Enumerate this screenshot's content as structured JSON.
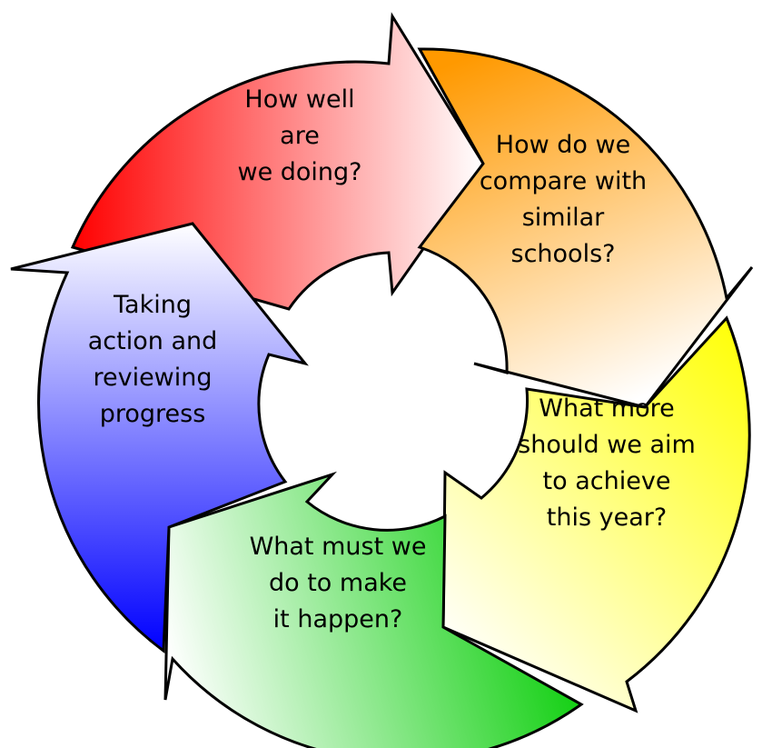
{
  "diagram": {
    "type": "cycle",
    "steps": [
      {
        "id": "step-1",
        "lines": [
          "How well",
          "are",
          "we doing?"
        ],
        "color_strong": "#ff0000",
        "color_light": "#ffffff"
      },
      {
        "id": "step-2",
        "lines": [
          "How do we",
          "compare with",
          "similar",
          "schools?"
        ],
        "color_strong": "#ff9900",
        "color_light": "#ffffff"
      },
      {
        "id": "step-3",
        "lines": [
          "What more",
          "should we aim",
          "to achieve",
          "this year?"
        ],
        "color_strong": "#ffff00",
        "color_light": "#ffffff"
      },
      {
        "id": "step-4",
        "lines": [
          "What must we",
          "do to make",
          "it happen?"
        ],
        "color_strong": "#00cc00",
        "color_light": "#ffffff"
      },
      {
        "id": "step-5",
        "lines": [
          "Taking",
          "action and",
          "reviewing",
          "progress"
        ],
        "color_strong": "#0000ff",
        "color_light": "#ffffff"
      }
    ]
  }
}
